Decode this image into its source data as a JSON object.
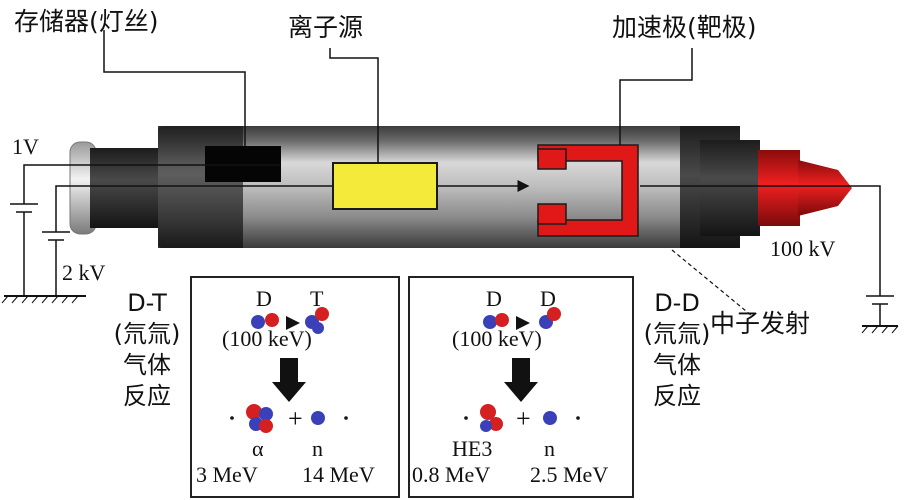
{
  "labels": {
    "storage": "存储器(灯丝)",
    "ion_source": "离子源",
    "accelerator": "加速极(靶极)",
    "v1": "1V",
    "v2": "2 kV",
    "v100": "100 kV",
    "neutron": "中子发射"
  },
  "dt_panel": {
    "side_lines": [
      "D-T",
      "(氘氚)",
      "气体",
      "反应"
    ],
    "top_left": "D",
    "top_right": "T",
    "energy": "(100 keV)",
    "product_left": "α",
    "product_right": "n",
    "energy_left": "3 MeV",
    "energy_right": "14 MeV",
    "plus": "+"
  },
  "dd_panel": {
    "side_lines": [
      "D-D",
      "(氘氚)",
      "气体",
      "反应"
    ],
    "top_left": "D",
    "top_right": "D",
    "energy": "(100 keV)",
    "product_left": "HE3",
    "product_right": "n",
    "energy_left": "0.8 MeV",
    "energy_right": "2.5 MeV",
    "plus": "+"
  },
  "colors": {
    "tube_light": "#cfcfcf",
    "tube_dark": "#3a3a3a",
    "ion_source": "#f3ea3a",
    "target": "#e01818",
    "tip": "#d81414",
    "storage": "#050505",
    "proton": "#d42020",
    "neutron": "#3a40b8"
  }
}
